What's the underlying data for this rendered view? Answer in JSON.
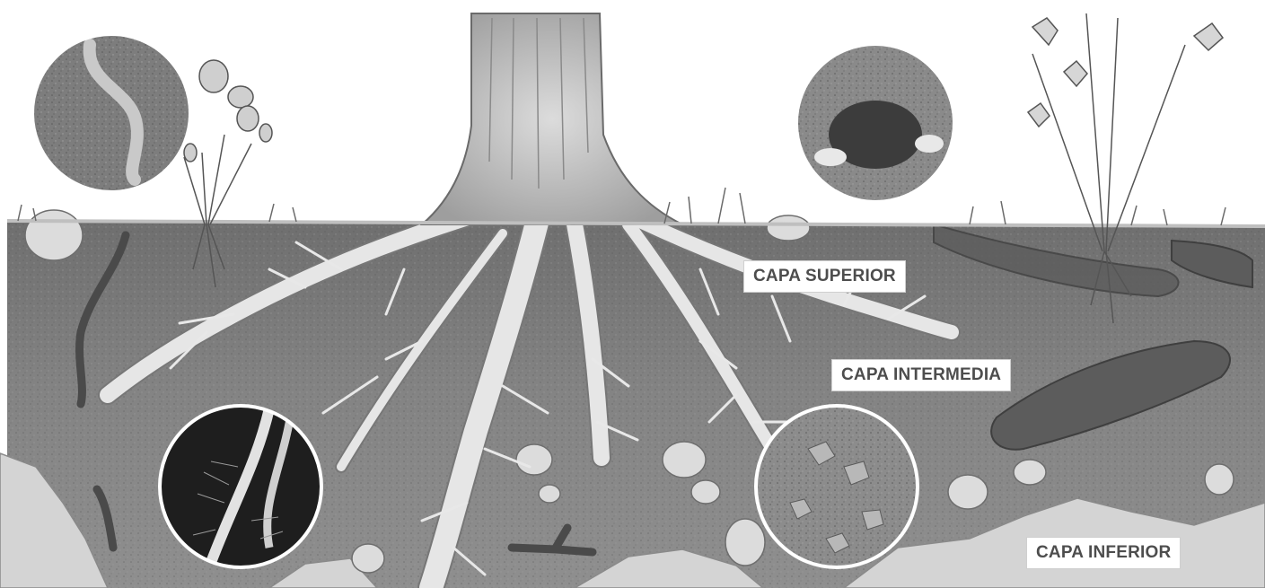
{
  "labels": {
    "top": "CAPA SUPERIOR",
    "middle": "CAPA INTERMEDIA",
    "bottom": "CAPA INFERIOR"
  },
  "colors": {
    "sky": "#ffffff",
    "topsoil": "#7a7a7a",
    "subsoil": "#8e8e8e",
    "bedrock": "#d2d2d2",
    "root": "#e4e4e4",
    "label_text": "#4d4d4d"
  },
  "insets": [
    "earthworm-photo",
    "mole-photo",
    "root-hairs-photo",
    "rock-fragments-photo"
  ]
}
